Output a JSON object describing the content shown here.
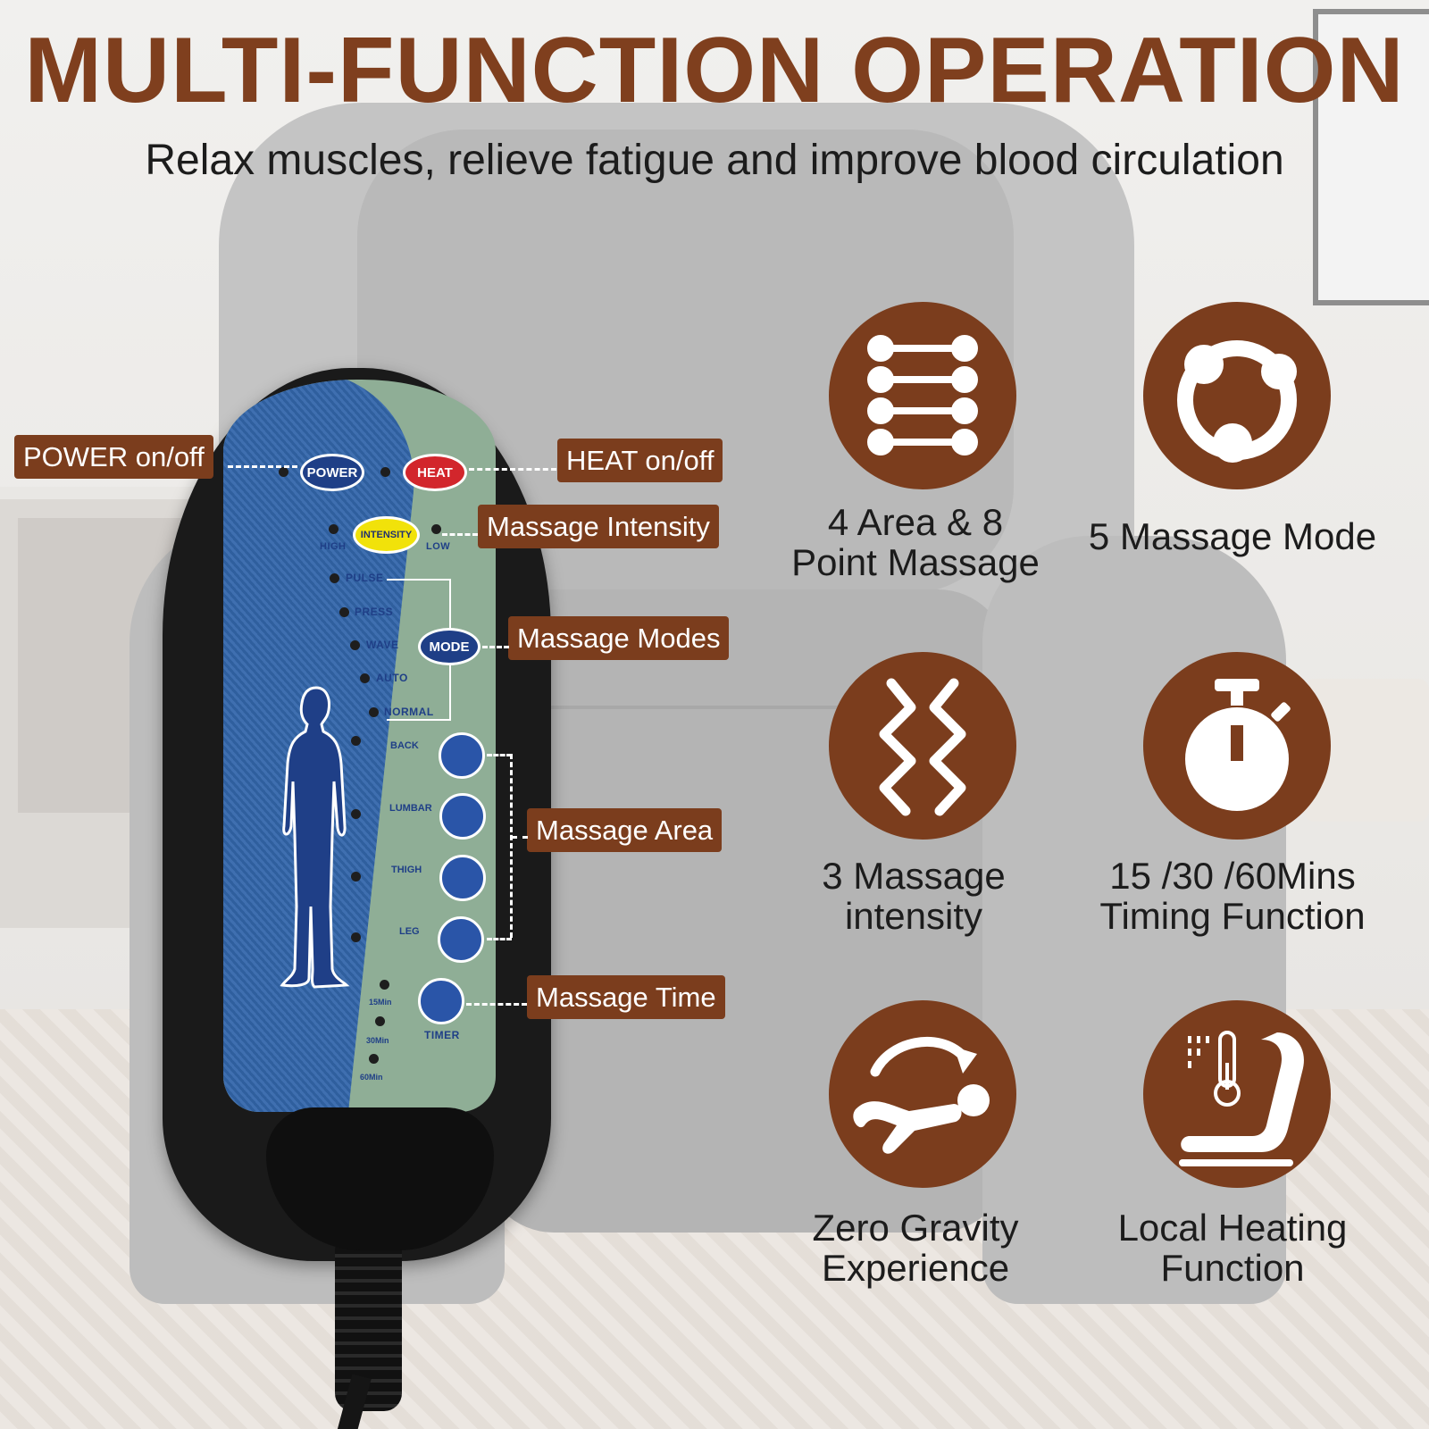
{
  "header": {
    "title": "MULTI-FUNCTION OPERATION",
    "subtitle": "Relax muscles, relieve fatigue and improve blood circulation"
  },
  "remote": {
    "power_button": "POWER",
    "heat_button": "HEAT",
    "intensity_button": "INTENSITY",
    "intensity_high": "HIGH",
    "intensity_low": "LOW",
    "modes": [
      "PULSE",
      "PRESS",
      "WAVE",
      "AUTO",
      "NORMAL"
    ],
    "mode_button": "MODE",
    "areas": [
      "BACK",
      "LUMBAR",
      "THIGH",
      "LEG"
    ],
    "timer_button": "TIMER",
    "timer_options": [
      "15Min",
      "30Min",
      "60Min"
    ]
  },
  "callouts": {
    "power": "POWER on/off",
    "heat": "HEAT on/off",
    "intensity": "Massage Intensity",
    "modes": "Massage Modes",
    "area": "Massage Area",
    "time": "Massage Time"
  },
  "features": [
    {
      "icon": "massage-points-icon",
      "label_line1": "4 Area & 8",
      "label_line2": "Point Massage"
    },
    {
      "icon": "massage-mode-cycle-icon",
      "label_line1": "5 Massage Mode",
      "label_line2": ""
    },
    {
      "icon": "vibration-waves-icon",
      "label_line1": "3 Massage",
      "label_line2": "intensity"
    },
    {
      "icon": "stopwatch-icon",
      "label_line1": "15 /30 /60Mins",
      "label_line2": "Timing Function"
    },
    {
      "icon": "zero-gravity-icon",
      "label_line1": "Zero Gravity",
      "label_line2": "Experience"
    },
    {
      "icon": "heated-seat-icon",
      "label_line1": "Local Heating",
      "label_line2": "Function"
    }
  ],
  "colors": {
    "brand_brown": "#7b3d1d",
    "title_brown": "#7f3f1e",
    "power_blue": "#1f3f87",
    "heat_red": "#d2262c",
    "intensity_yellow": "#f1e20a",
    "panel_green": "#8fae96"
  }
}
